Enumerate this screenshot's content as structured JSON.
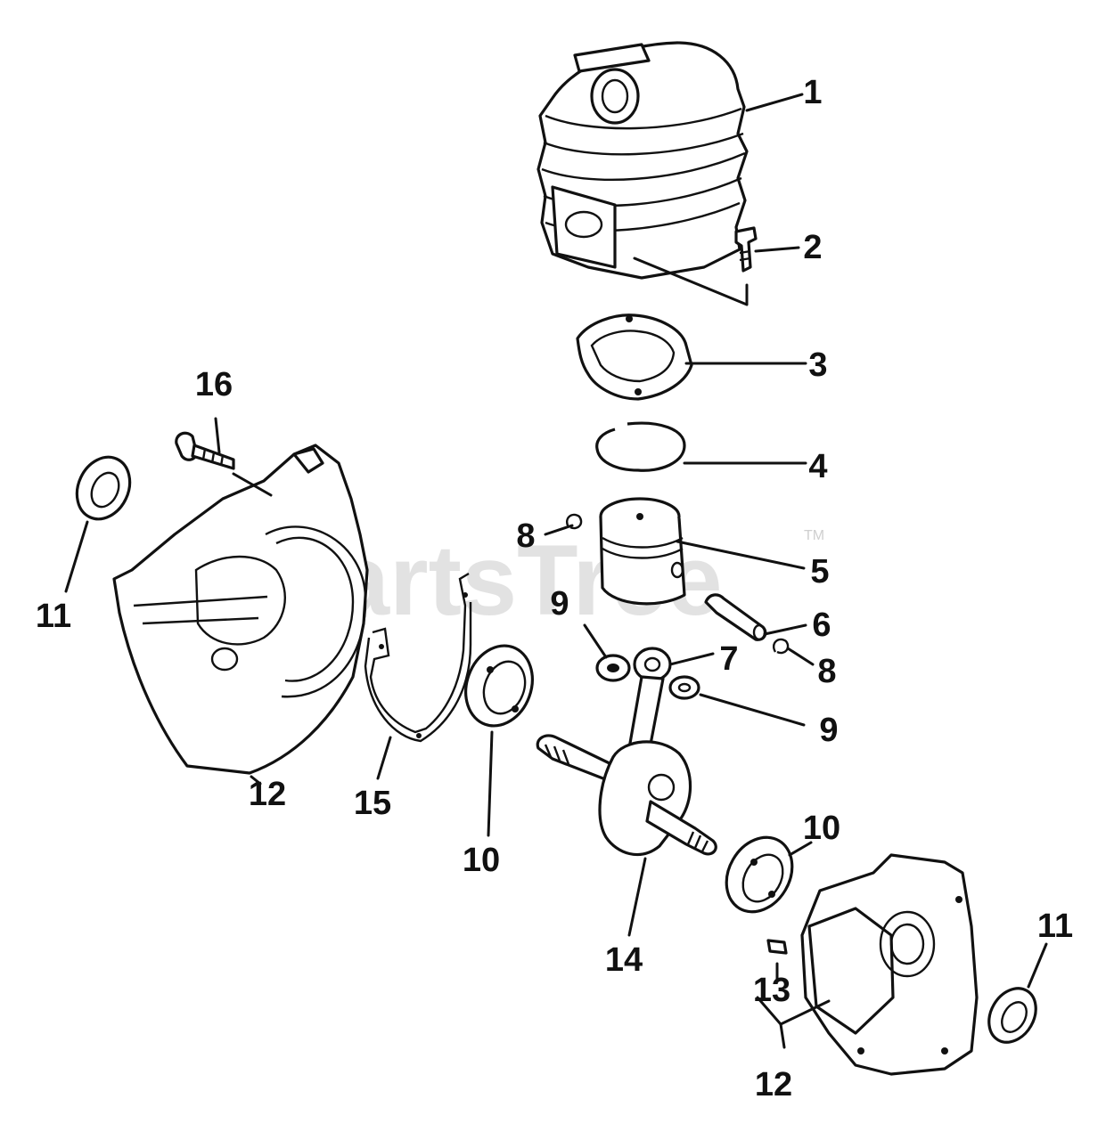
{
  "watermark": {
    "text": "PartsTree",
    "tm": "TM"
  },
  "callouts": [
    {
      "id": "c1",
      "label": "1"
    },
    {
      "id": "c2",
      "label": "2"
    },
    {
      "id": "c3",
      "label": "3"
    },
    {
      "id": "c4",
      "label": "4"
    },
    {
      "id": "c5",
      "label": "5"
    },
    {
      "id": "c6",
      "label": "6"
    },
    {
      "id": "c7",
      "label": "7"
    },
    {
      "id": "c8a",
      "label": "8"
    },
    {
      "id": "c8b",
      "label": "8"
    },
    {
      "id": "c9a",
      "label": "9"
    },
    {
      "id": "c9b",
      "label": "9"
    },
    {
      "id": "c10a",
      "label": "10"
    },
    {
      "id": "c10b",
      "label": "10"
    },
    {
      "id": "c11a",
      "label": "11"
    },
    {
      "id": "c11b",
      "label": "11"
    },
    {
      "id": "c12a",
      "label": "12"
    },
    {
      "id": "c12b",
      "label": "12"
    },
    {
      "id": "c13",
      "label": "13"
    },
    {
      "id": "c14",
      "label": "14"
    },
    {
      "id": "c15",
      "label": "15"
    },
    {
      "id": "c16",
      "label": "16"
    }
  ]
}
